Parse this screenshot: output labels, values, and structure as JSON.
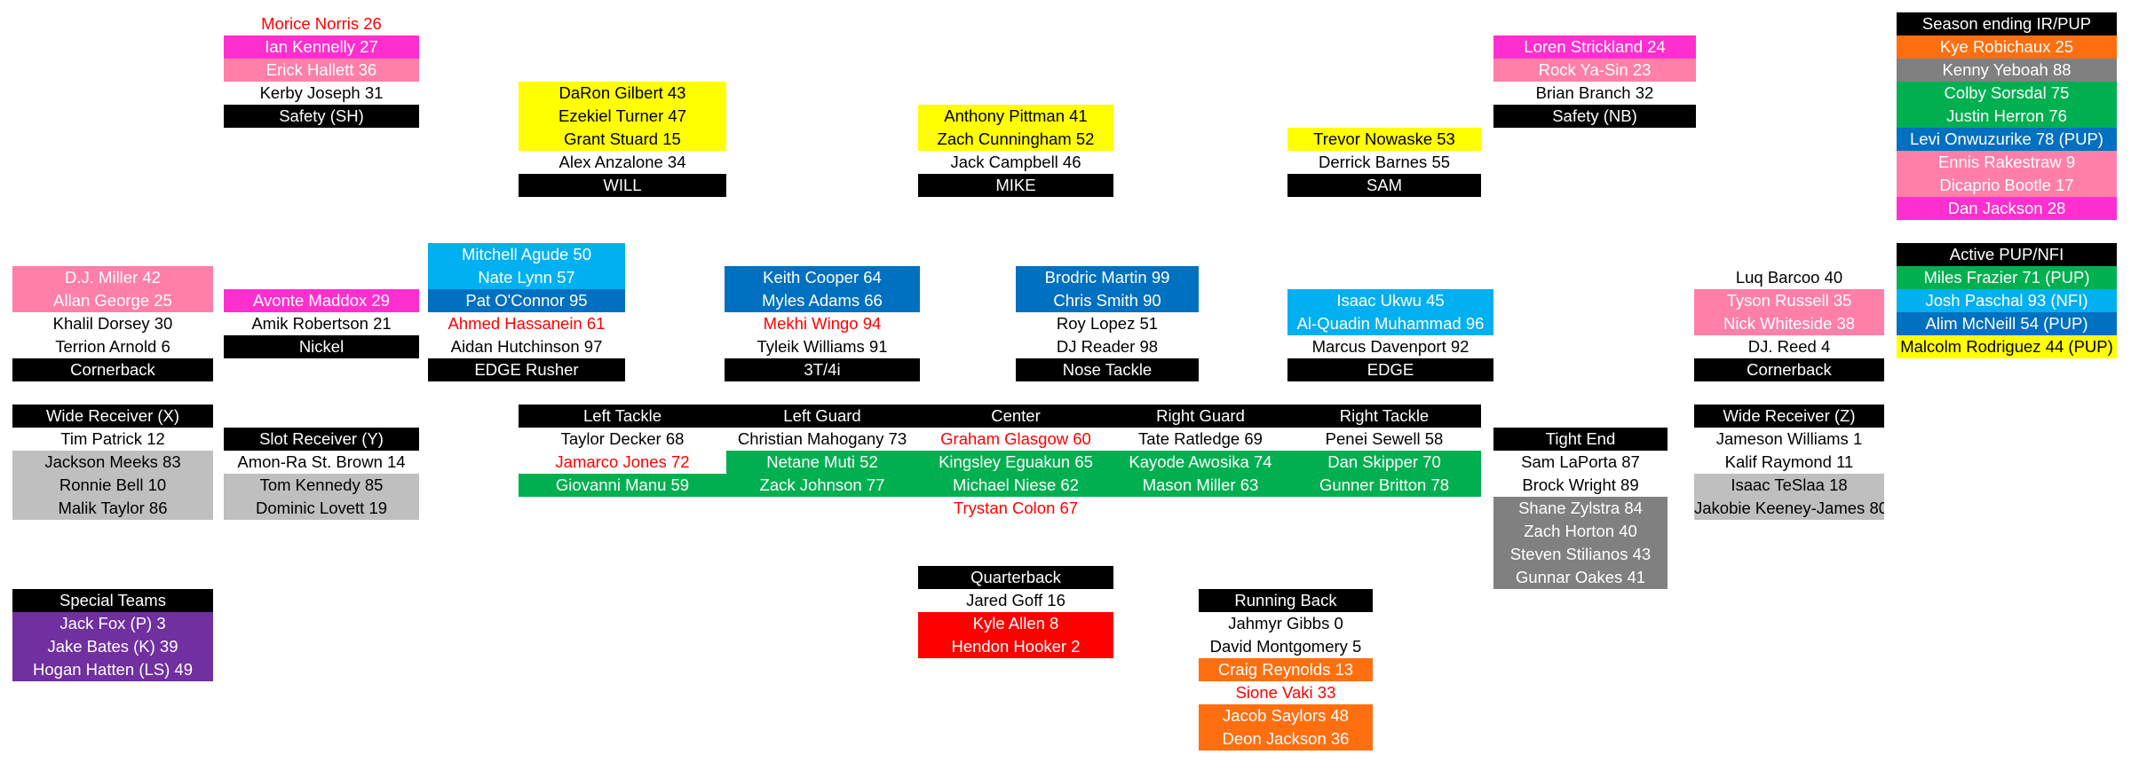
{
  "colors": {
    "header": "#000000",
    "yellow": "#ffff00",
    "pink": "#ff7fa8",
    "magenta": "#ff2fcf",
    "orange": "#ff6f0f",
    "gray": "#808080",
    "green": "#00b050",
    "blue": "#0070c0",
    "sky": "#00b0f0",
    "light_gray": "#bfbfbf",
    "purple": "#7030a0",
    "red": "#ff0000"
  },
  "depth_chart": {
    "safety_sh": {
      "header": "Safety (SH)",
      "players": [
        "Morice Norris 26",
        "Ian Kennelly 27",
        "Erick Hallett 36",
        "Kerby Joseph 31"
      ]
    },
    "will": {
      "header": "WILL",
      "players": [
        "DaRon Gilbert 43",
        "Ezekiel Turner 47",
        "Grant Stuard 15",
        "Alex Anzalone 34"
      ]
    },
    "mike": {
      "header": "MIKE",
      "players": [
        "Anthony Pittman 41",
        "Zach Cunningham 52",
        "Jack Campbell 46"
      ]
    },
    "sam": {
      "header": "SAM",
      "players": [
        "Trevor Nowaske 53",
        "Derrick Barnes 55"
      ]
    },
    "safety_nb": {
      "header": "Safety (NB)",
      "players": [
        "Loren Strickland 24",
        "Rock Ya-Sin 23",
        "Brian Branch 32"
      ]
    },
    "season_ending": {
      "header": "Season ending IR/PUP",
      "players": [
        "Kye Robichaux 25",
        "Kenny Yeboah 88",
        "Colby Sorsdal 75",
        "Justin Herron 76",
        "Levi Onwuzurike 78 (PUP)",
        "Ennis Rakestraw 9",
        "Dicaprio Bootle 17",
        "Dan Jackson 28"
      ]
    },
    "active_pup": {
      "header": "Active PUP/NFI",
      "players": [
        "Miles Frazier 71 (PUP)",
        "Josh Paschal 93 (NFI)",
        "Alim McNeill 54 (PUP)",
        "Malcolm Rodriguez 44 (PUP)"
      ]
    },
    "cornerback_left": {
      "header": "Cornerback",
      "players": [
        "D.J. Miller 42",
        "Allan George 25",
        "Khalil Dorsey 30",
        "Terrion Arnold 6"
      ]
    },
    "nickel": {
      "header": "Nickel",
      "players": [
        "Avonte Maddox 29",
        "Amik Robertson 21"
      ]
    },
    "edge_rusher": {
      "header": "EDGE Rusher",
      "players": [
        "Mitchell Agude 50",
        "Nate Lynn 57",
        "Pat O'Connor 95",
        "Ahmed Hassanein 61",
        "Aidan Hutchinson 97"
      ]
    },
    "three_tech": {
      "header": "3T/4i",
      "players": [
        "Keith Cooper 64",
        "Myles Adams 66",
        "Mekhi Wingo 94",
        "Tyleik Williams 91"
      ]
    },
    "nose_tackle": {
      "header": "Nose Tackle",
      "players": [
        "Brodric Martin 99",
        "Chris Smith 90",
        "Roy Lopez 51",
        "DJ Reader 98"
      ]
    },
    "edge": {
      "header": "EDGE",
      "players": [
        "Isaac Ukwu 45",
        "Al-Quadin Muhammad 96",
        "Marcus Davenport 92"
      ]
    },
    "cornerback_right": {
      "header": "Cornerback",
      "players": [
        "Luq Barcoo 40",
        "Tyson Russell 35",
        "Nick Whiteside 38",
        "DJ. Reed 4"
      ]
    },
    "wr_x": {
      "header": "Wide Receiver (X)",
      "players": [
        "Tim Patrick 12",
        "Jackson Meeks 83",
        "Ronnie Bell 10",
        "Malik Taylor 86"
      ]
    },
    "slot_y": {
      "header": "Slot Receiver (Y)",
      "players": [
        "Amon-Ra St. Brown 14",
        "Tom Kennedy 85",
        "Dominic Lovett 19"
      ]
    },
    "left_tackle": {
      "header": "Left Tackle",
      "players": [
        "Taylor Decker 68",
        "Jamarco Jones 72",
        "Giovanni Manu 59"
      ]
    },
    "left_guard": {
      "header": "Left Guard",
      "players": [
        "Christian Mahogany 73",
        "Netane Muti 52",
        "Zack Johnson 77"
      ]
    },
    "center": {
      "header": "Center",
      "players": [
        "Graham Glasgow 60",
        "Kingsley Eguakun 65",
        "Michael Niese 62",
        "Trystan Colon 67"
      ]
    },
    "right_guard": {
      "header": "Right Guard",
      "players": [
        "Tate Ratledge 69",
        "Kayode Awosika 74",
        "Mason Miller 63"
      ]
    },
    "right_tackle": {
      "header": "Right Tackle",
      "players": [
        "Penei Sewell 58",
        "Dan Skipper 70",
        "Gunner Britton 78"
      ]
    },
    "tight_end": {
      "header": "Tight End",
      "players": [
        "Sam LaPorta 87",
        "Brock Wright 89",
        "Shane Zylstra 84",
        "Zach Horton 40",
        "Steven Stilianos 43",
        "Gunnar Oakes 41"
      ]
    },
    "wr_z": {
      "header": "Wide Receiver (Z)",
      "players": [
        "Jameson Williams 1",
        "Kalif Raymond 11",
        "Isaac TeSlaa 18",
        "Jakobie Keeney-James 80"
      ]
    },
    "special_teams": {
      "header": "Special Teams",
      "players": [
        "Jack Fox (P) 3",
        "Jake Bates (K) 39",
        "Hogan Hatten (LS) 49"
      ]
    },
    "quarterback": {
      "header": "Quarterback",
      "players": [
        "Jared Goff 16",
        "Kyle Allen 8",
        "Hendon Hooker 2"
      ]
    },
    "running_back": {
      "header": "Running Back",
      "players": [
        "Jahmyr Gibbs 0",
        "David Montgomery 5",
        "Craig Reynolds 13",
        "Sione Vaki 33",
        "Jacob Saylors 48",
        "Deon Jackson 36"
      ]
    }
  }
}
